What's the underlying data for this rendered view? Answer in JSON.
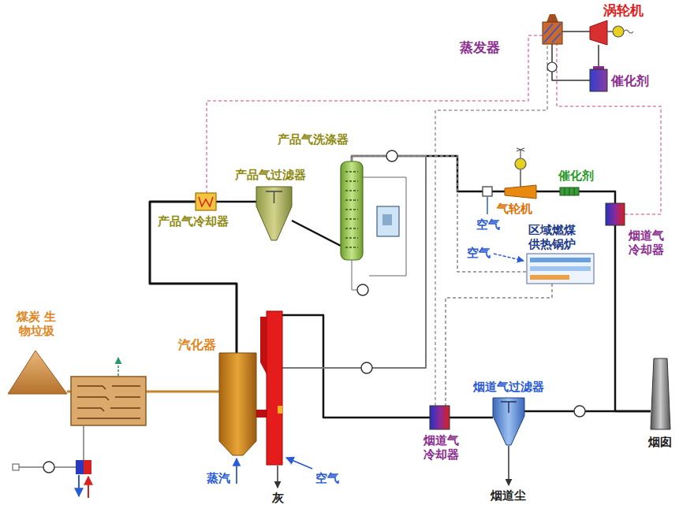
{
  "diagram": {
    "nodes": [
      {
        "text": [
          "煤炭 生物垃圾"
        ]
      },
      {
        "text": [
          "汽化器"
        ]
      },
      {
        "text": [
          "产品气冷却器"
        ]
      },
      {
        "text": [
          "产品气过滤器"
        ]
      },
      {
        "text": [
          "产品气洗涤器"
        ]
      },
      {
        "text": [
          "气轮机"
        ]
      },
      {
        "text": [
          "催化剂"
        ]
      },
      {
        "text": [
          "烟道气 冷却器"
        ]
      },
      {
        "text": [
          "区域燃煤 供热锅炉"
        ]
      },
      {
        "text": [
          "蒸发器"
        ]
      },
      {
        "text": [
          "涡轮机"
        ]
      },
      {
        "text": [
          "催化剂"
        ]
      },
      {
        "text": [
          "烟道气 冷却器"
        ]
      },
      {
        "text": [
          "烟道气过滤器"
        ]
      },
      {
        "text": [
          "烟囱"
        ]
      }
    ],
    "edges": [
      {
        "from": 0,
        "to": 1,
        "arrow": "none"
      },
      {
        "from": 1,
        "to": 2,
        "arrow": "none"
      },
      {
        "from": 2,
        "to": 3,
        "arrow": "none"
      },
      {
        "from": 3,
        "to": 4,
        "arrow": "none"
      },
      {
        "from": 4,
        "to": 5,
        "arrow": "none"
      },
      {
        "from": 5,
        "to": 6,
        "arrow": "none"
      },
      {
        "from": 6,
        "to": 7,
        "arrow": "none"
      },
      {
        "from": 7,
        "to": 14,
        "arrow": "none"
      },
      {
        "from": 1,
        "to": 12,
        "arrow": "none"
      },
      {
        "from": 12,
        "to": 13,
        "arrow": "none"
      },
      {
        "from": 13,
        "to": 14,
        "arrow": "none"
      },
      {
        "from": 4,
        "to": 1,
        "arrow": "none"
      },
      {
        "from": 4,
        "to": 8,
        "arrow": "none"
      },
      {
        "from": 8,
        "to": 12,
        "arrow": "none"
      },
      {
        "from": 9,
        "to": 10,
        "arrow": "none"
      },
      {
        "from": 10,
        "to": 11,
        "arrow": "none"
      },
      {
        "from": 11,
        "to": 9,
        "arrow": "none"
      },
      {
        "from": 9,
        "to": 2,
        "arrow": "none"
      },
      {
        "from": 7,
        "to": 9,
        "arrow": "none"
      },
      {
        "from": 12,
        "to": 9,
        "arrow": "none"
      }
    ],
    "labels": [
      "空气",
      "空气",
      "蒸汽",
      "空气",
      "灰",
      "烟道尘"
    ]
  }
}
